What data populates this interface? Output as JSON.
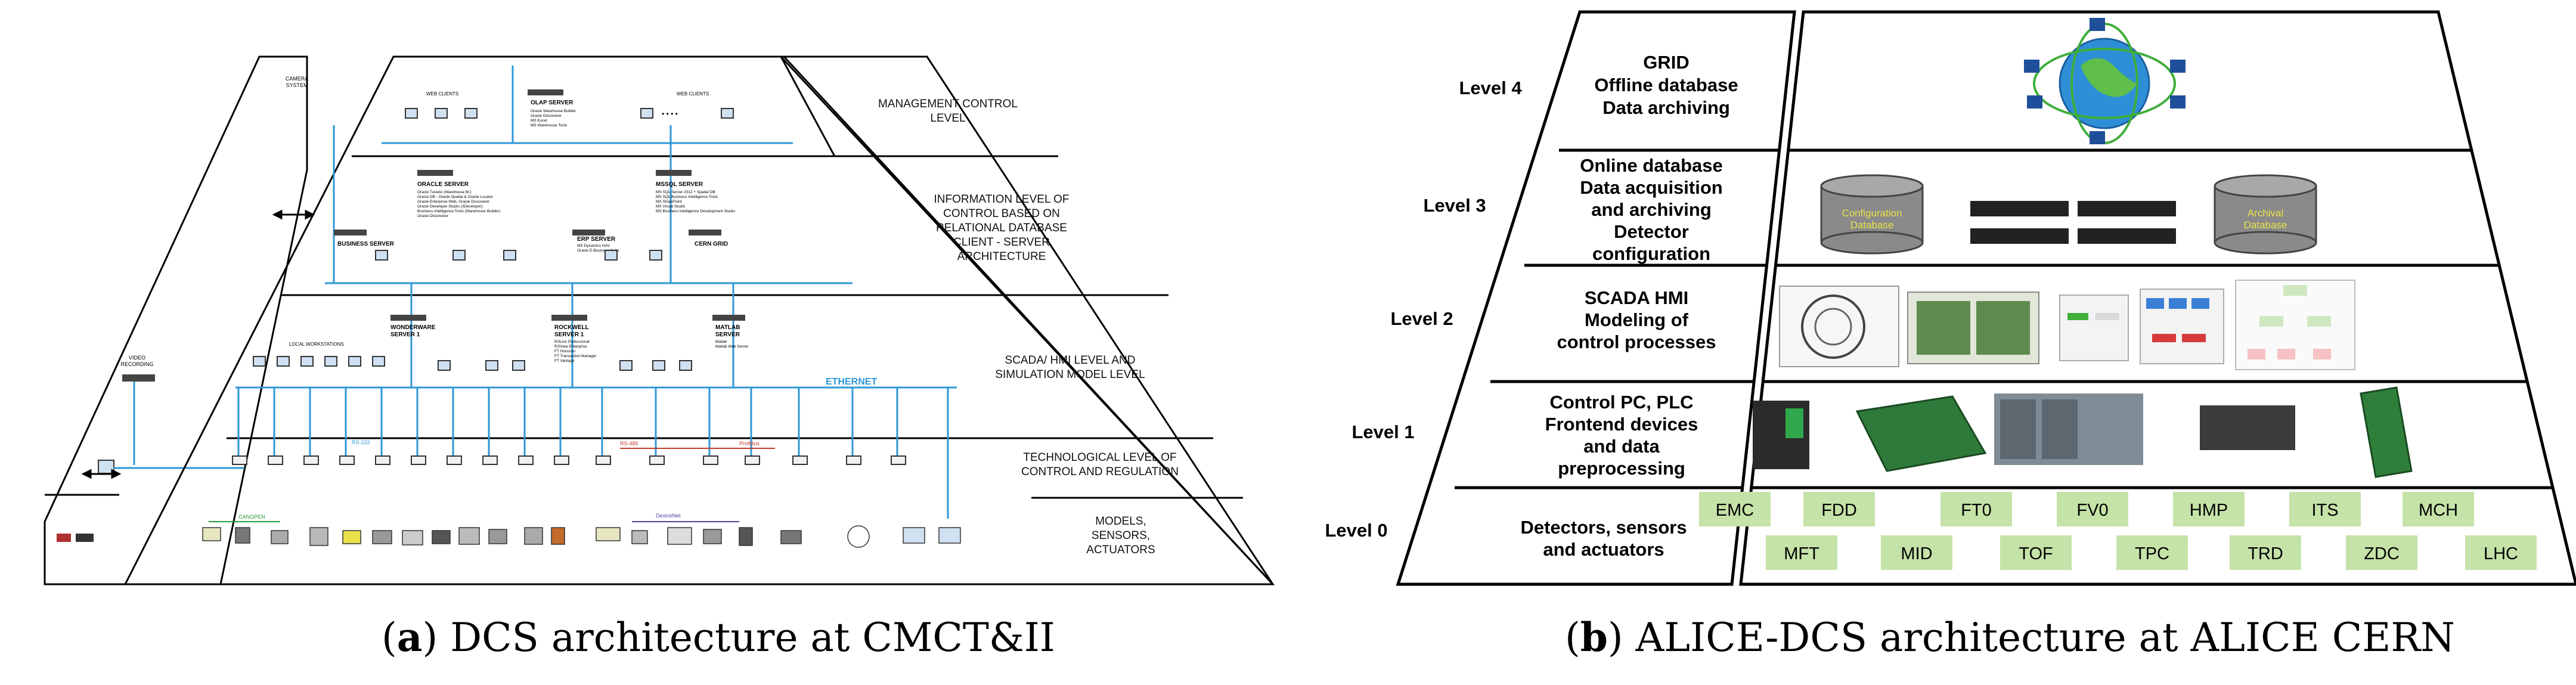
{
  "panel_a": {
    "caption_letter": "a",
    "caption_text": "DCS architecture at CMCT&II",
    "camera": [
      "CAMERA",
      "SYSTEM"
    ],
    "video_recording": [
      "VIDEO",
      "RECORDING"
    ],
    "levels": [
      [
        "MANAGEMENT CONTROL",
        "LEVEL"
      ],
      [
        "INFORMATION LEVEL OF",
        "CONTROL BASED ON",
        "RELATIONAL DATABASE",
        "CLIENT - SERVER",
        "ARCHITECTURE"
      ],
      [
        "SCADA/ HMI LEVEL AND",
        "SIMULATION MODEL LEVEL"
      ],
      [
        "TECHNOLOGICAL LEVEL OF",
        "CONTROL AND REGULATION"
      ],
      [
        "MODELS,",
        "SENSORS,",
        "ACTUATORS"
      ]
    ],
    "web_clients_left": "WEB CLIENTS",
    "web_clients_right": "WEB CLIENTS",
    "dots": "• • • •",
    "olap_server": "OLAP SERVER",
    "olap_details": [
      "Oracle Warehouse Builder",
      "Oracle Discoverer",
      "MS Excel",
      "MS Warehouse Tools"
    ],
    "oracle_server": "ORACLE SERVER",
    "oracle_details": [
      "Oracle Tuxedo (Warehouse Bl.)",
      "Oracle DB - Oracle Spatial & Oracle Locator",
      "Oracle Enterprise Web, Oracle Discoverer",
      "Oracle Developer Studio (JDeveloper)",
      "Business Intelligence Tools (Warehouse Builder)",
      "Oracle Discoverer"
    ],
    "mssql_server": "MSSQL SERVER",
    "mssql_details": [
      "MS SQL Server 2012 + Spatial DB",
      "MS SQL Business Intelligence Tools",
      "MS SharePoint",
      "MS Visual Studio",
      "MS Business Intelligence Development Studio"
    ],
    "business_server": "BUSINESS SERVER",
    "erp_server": "ERP SERVER",
    "erp_details": [
      "MS Dynamics NAV",
      "Oracle E-Business Suite"
    ],
    "cern_grid": "CERN GRID",
    "wonderware": [
      "WONDERWARE",
      "SERVER 1"
    ],
    "rockwell": [
      "ROCKWELL",
      "SERVER 1"
    ],
    "rockwell_details": [
      "RSLinx Professional",
      "RSView Enterprise",
      "FT Historian",
      "FT Transaction Manager",
      "FT Vantage"
    ],
    "matlab": [
      "MATLAB",
      "SERVER"
    ],
    "matlab_details": [
      "Matlab",
      "Matlab Web Server"
    ],
    "local_workstations": "LOCAL WORKSTATIONS",
    "ethernet": "ETHERNET",
    "rs232": "RS-232",
    "rs485": "RS-485",
    "devicenet": "DeviceNet",
    "profibus": "ProfiBus",
    "lanline": "CANOPEN"
  },
  "panel_b": {
    "caption_letter": "b",
    "caption_text": "ALICE-DCS architecture at ALICE CERN",
    "level_labels": [
      "Level 4",
      "Level 3",
      "Level 2",
      "Level 1",
      "Level 0"
    ],
    "level_descriptions": [
      [
        "GRID",
        "Offline database",
        "Data archiving"
      ],
      [
        "Online database",
        "Data acquisition",
        "and archiving",
        "Detector",
        "configuration"
      ],
      [
        "SCADA HMI",
        "Modeling of",
        "control processes"
      ],
      [
        "Control PC, PLC",
        "Frontend devices",
        "and data",
        "preprocessing"
      ],
      [
        "Detectors, sensors",
        "and actuators"
      ]
    ],
    "configuration_db": [
      "Configuration",
      "Database"
    ],
    "archival_db": [
      "Archival",
      "Database"
    ],
    "detectors_row1": [
      "EMC",
      "FDD",
      "FT0",
      "FV0",
      "HMP",
      "ITS",
      "MCH"
    ],
    "detectors_row2": [
      "MFT",
      "MID",
      "TOF",
      "TPC",
      "TRD",
      "ZDC",
      "LHC"
    ],
    "colors": {
      "detector_box": "#c5e2a8",
      "db_cylinder": "#8a8a8a",
      "db_text": "#e9e24a",
      "network": "#2f97d6"
    }
  }
}
